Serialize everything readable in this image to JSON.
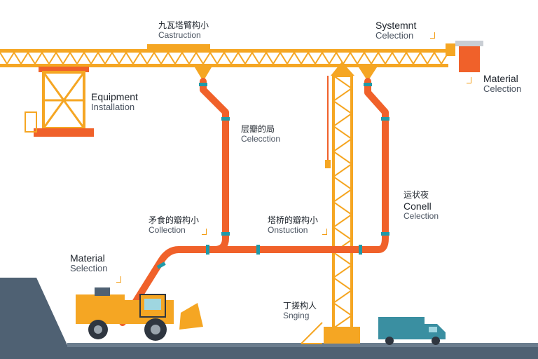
{
  "labels": {
    "top_construction": {
      "line1": "九瓦塔臂构小",
      "line2": "Castruction"
    },
    "top_system": {
      "line1": "Systemnt",
      "line2": "Celection"
    },
    "material_right": {
      "line1": "Material",
      "line2": "Celection"
    },
    "equipment": {
      "line1": "Equipment",
      "line2": "Installation"
    },
    "mid_collection": {
      "line1": "层瓣的局",
      "line2": "Celecction"
    },
    "right_conell": {
      "line1": "运状夜",
      "line2": "Conell",
      "line3": "Celection"
    },
    "left_collection": {
      "line1": "矛食的瓣构小",
      "line2": "Collection"
    },
    "center_onstruction": {
      "line1": "塔桥的瓣构小",
      "line2": "Onstuction"
    },
    "material_left": {
      "line1": "Material",
      "line2": "Selection"
    },
    "singing": {
      "line1": "丁搓构人",
      "line2": "Snging"
    }
  },
  "colors": {
    "crane": "#f5a623",
    "pipe": "#f0612a",
    "pipe_joint": "#1f9aa8",
    "ground": "#4f6173",
    "truck": "#3a8fa1",
    "loader": "#f5a623"
  }
}
